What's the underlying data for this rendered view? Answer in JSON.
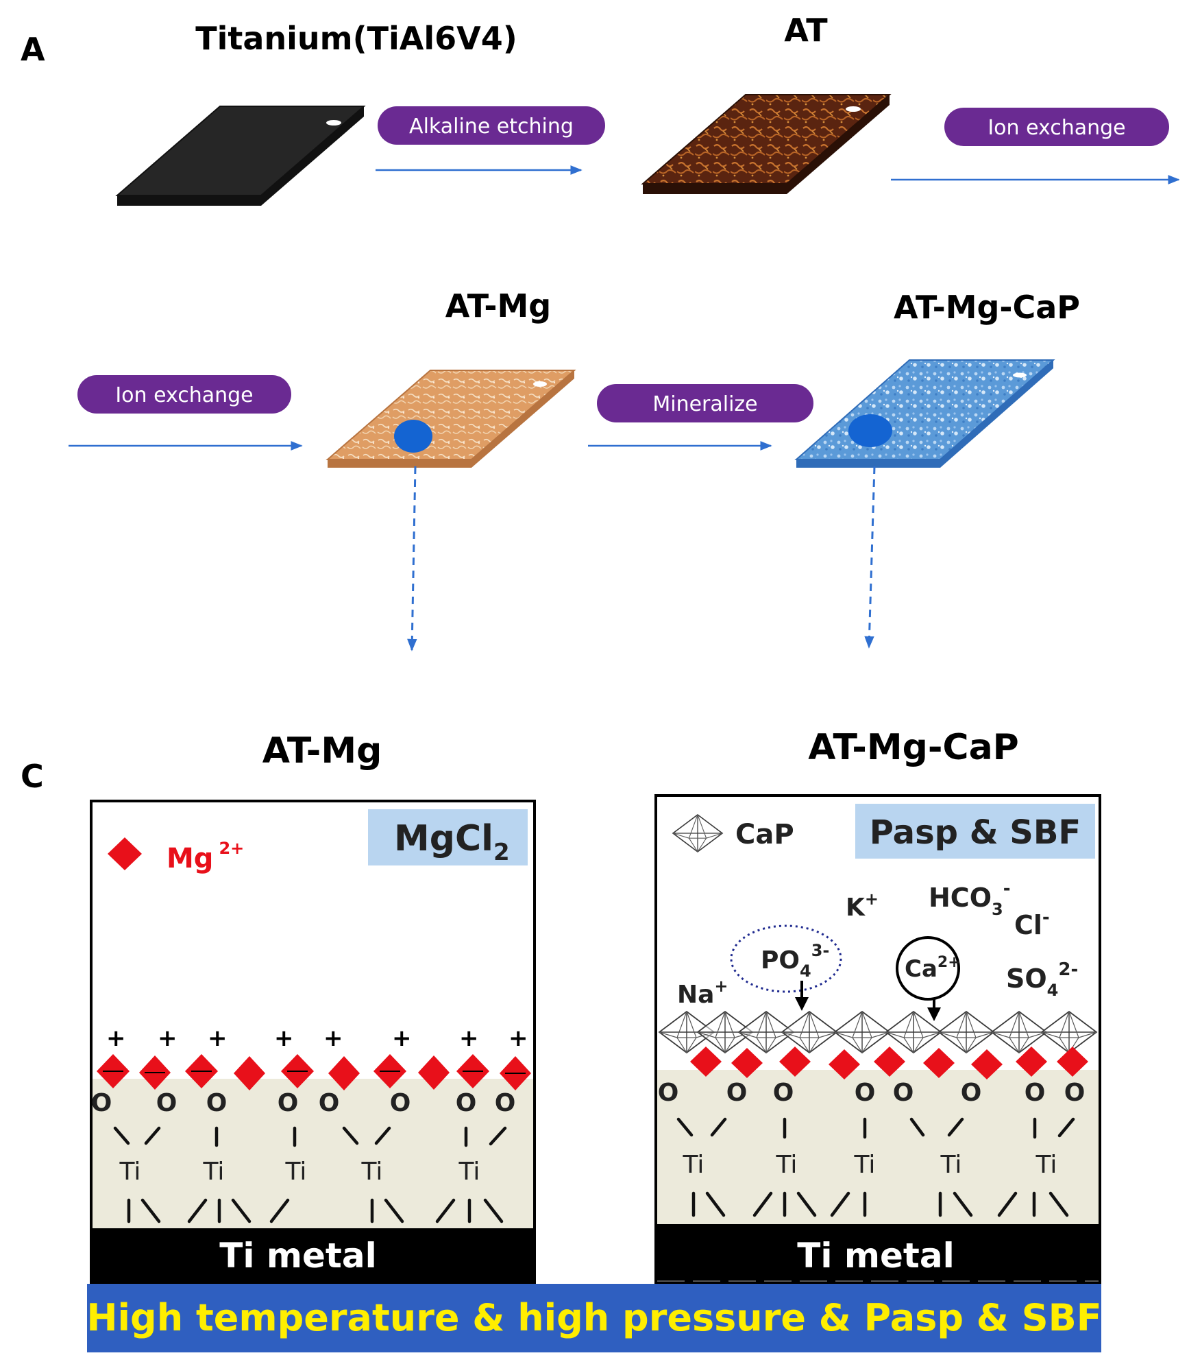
{
  "panel_a": {
    "label": "A",
    "titles": {
      "titanium": "Titanium(TiAl6V4)",
      "at": "AT",
      "at_mg": "AT-Mg",
      "at_mg_cap": "AT-Mg-CaP"
    },
    "steps": {
      "alkaline_etching": "Alkaline etching",
      "ion_exchange_1": "Ion exchange",
      "ion_exchange_2": "Ion exchange",
      "mineralize": "Mineralize"
    }
  },
  "panel_c": {
    "label": "C",
    "left": {
      "title": "AT-Mg",
      "solution": "MgCl",
      "solution_sub": "2",
      "legend_symbol": "Mg",
      "legend_charge": "2+",
      "plus": "+",
      "oxygen": "O",
      "titanium": "Ti",
      "metal": "Ti metal"
    },
    "right": {
      "title": "AT-Mg-CaP",
      "solution": "Pasp & SBF",
      "legend_label": "CaP",
      "ions": {
        "k": "K",
        "k_charge": "+",
        "hco3": "HCO",
        "hco3_sub": "3",
        "hco3_charge": "-",
        "cl": "Cl",
        "cl_charge": "-",
        "po4": "PO",
        "po4_sub": "4",
        "po4_charge": "3-",
        "ca": "Ca",
        "ca_charge": "2+",
        "na": "Na",
        "na_charge": "+",
        "so4": "SO",
        "so4_sub": "4",
        "so4_charge": "2-"
      },
      "oxygen": "O",
      "titanium": "Ti",
      "metal": "Ti metal"
    },
    "banner": "High temperature & high pressure & Pasp & SBF"
  },
  "colors": {
    "process_pill": "#6a2a92",
    "arrow": "#2f6fd0",
    "mg_ion": "#e8101a",
    "oxide_layer": "#eceadb",
    "metal": "#000000",
    "banner_bg": "#2f5fc0",
    "banner_text": "#ffee00",
    "solution_box": "#b9d5f0",
    "at_plate": "#5a2410",
    "at_mg_plate": "#e0a06a",
    "at_mg_cap_plate": "#5b9ad8"
  }
}
